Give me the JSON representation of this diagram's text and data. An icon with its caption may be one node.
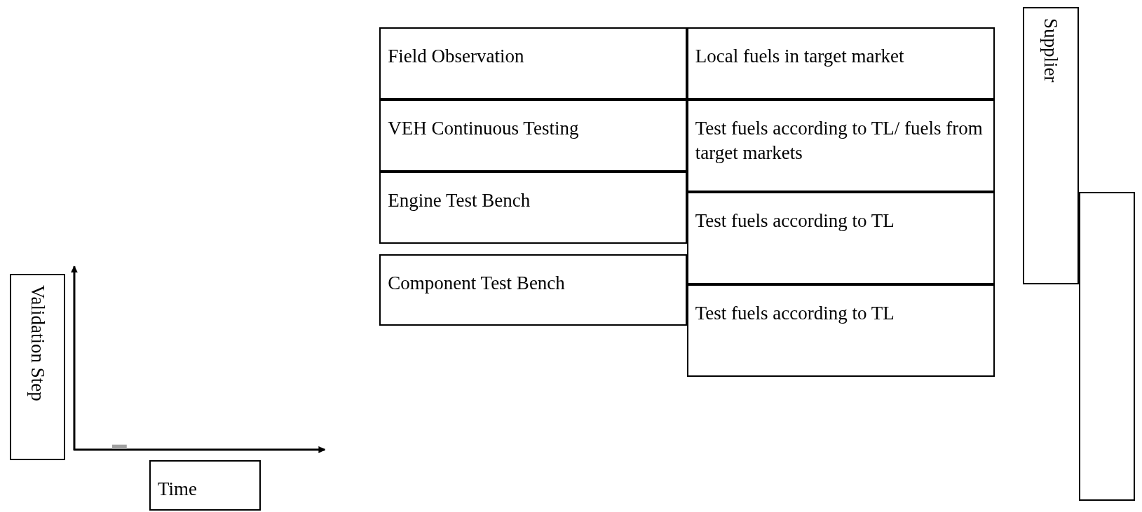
{
  "diagram": {
    "nodes": [
      {
        "text": [
          "Field Observation"
        ]
      },
      {
        "text": [
          "VEH Continuous Testing"
        ]
      },
      {
        "text": [
          "Engine Test Bench"
        ]
      },
      {
        "text": [
          "Component Test Bench"
        ]
      },
      {
        "text": [
          "Local fuels in target market"
        ]
      },
      {
        "text": [
          "Test fuels according to TL/ fuels from target markets"
        ]
      },
      {
        "text": [
          "Test fuels according to TL"
        ]
      },
      {
        "text": [
          "Test fuels according to TL"
        ]
      },
      {
        "text": [
          "Supplier"
        ]
      },
      {
        "text": [],
        "shape": "box"
      },
      {
        "text": [
          "Validation Step"
        ]
      },
      {
        "text": [
          "Time"
        ]
      }
    ]
  }
}
